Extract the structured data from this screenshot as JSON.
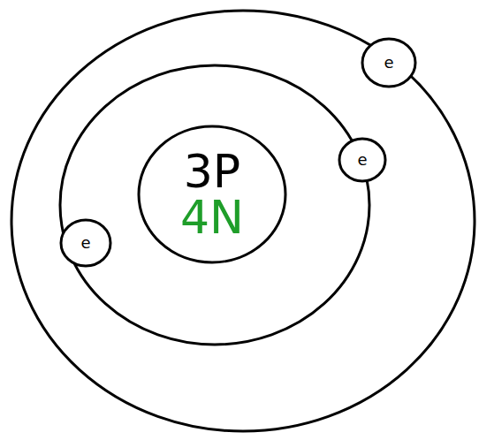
{
  "diagram": {
    "nodes": [
      {
        "text": [
          "e"
        ]
      },
      {
        "text": [
          "e"
        ]
      },
      {
        "text": [
          "3P",
          "4N"
        ]
      },
      {
        "text": [
          "e"
        ]
      }
    ]
  }
}
